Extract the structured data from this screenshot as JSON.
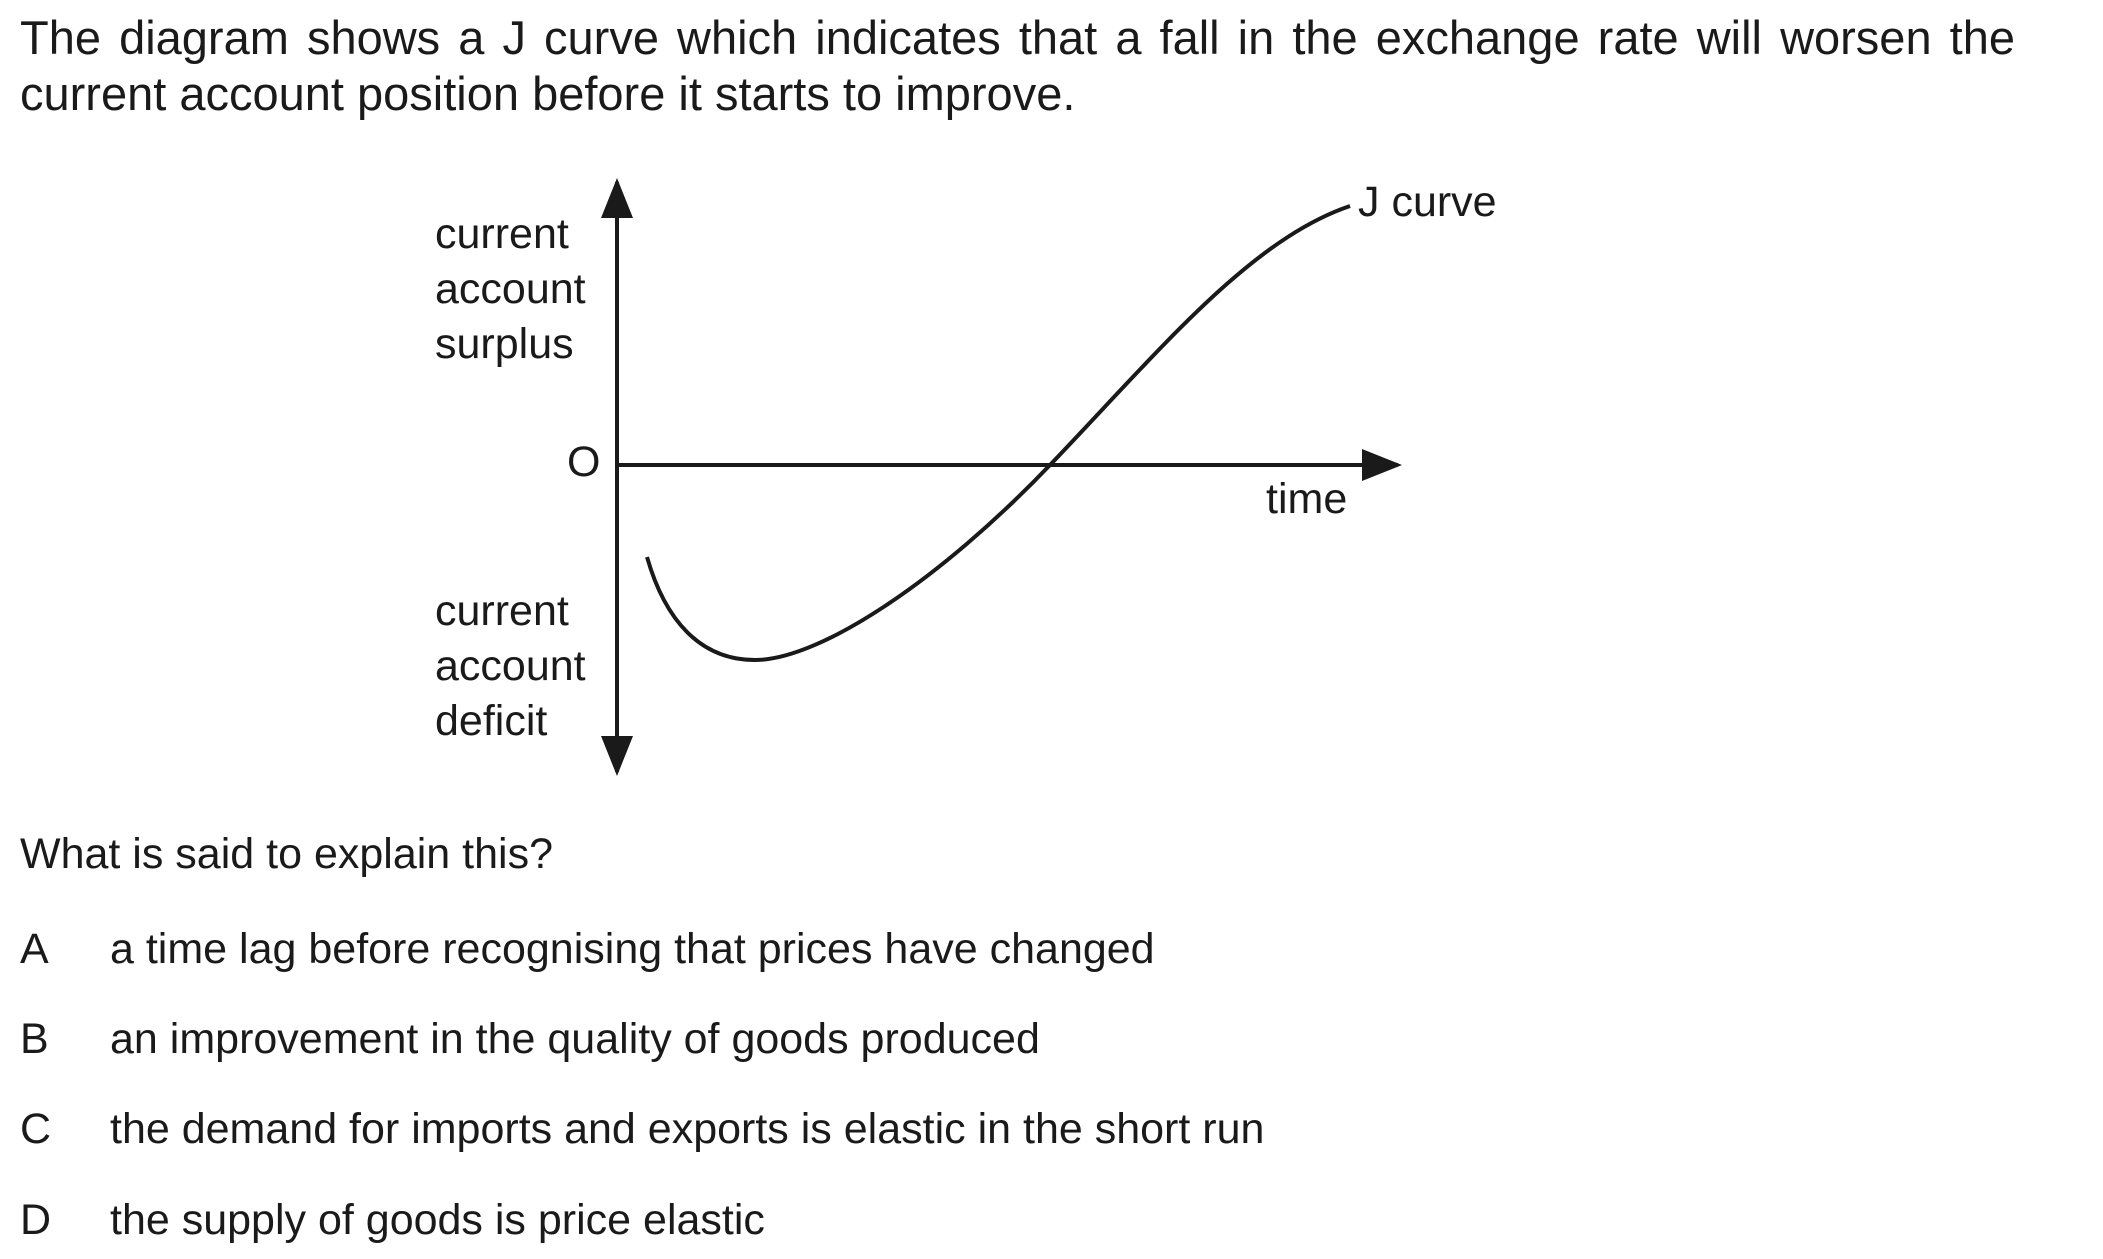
{
  "question": {
    "intro_line1": "The diagram shows a J curve which indicates that a fall in the exchange rate will worsen the",
    "intro_line2": "current account position before it starts to improve.",
    "prompt": "What is said to explain this?"
  },
  "diagram": {
    "y_axis_top_label": [
      "current",
      "account",
      "surplus"
    ],
    "y_axis_bottom_label": [
      "current",
      "account",
      "deficit"
    ],
    "origin_label": "O",
    "x_axis_label": "time",
    "curve_label": "J curve"
  },
  "options": [
    {
      "letter": "A",
      "text": "a time lag before recognising that prices have changed"
    },
    {
      "letter": "B",
      "text": "an improvement in the quality of goods produced"
    },
    {
      "letter": "C",
      "text": "the demand for imports and exports is elastic in the short run"
    },
    {
      "letter": "D",
      "text": "the supply of goods is price elastic"
    }
  ]
}
